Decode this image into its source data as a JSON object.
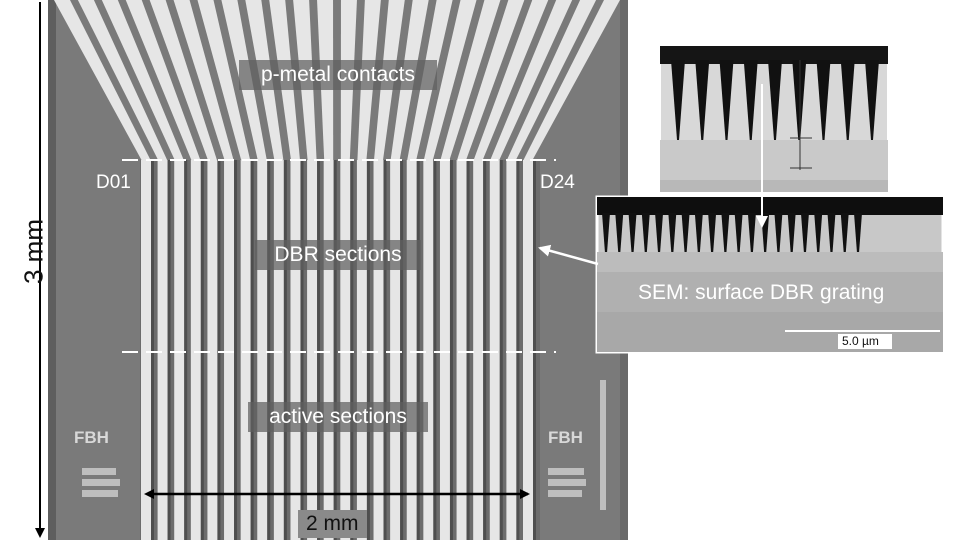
{
  "labels": {
    "p_metal": "p-metal contacts",
    "dbr": "DBR sections",
    "active": "active sections",
    "first_device": "D01",
    "last_device": "D24",
    "height_dim": "3 mm",
    "width_dim": "2 mm",
    "sem_caption": "SEM: surface DBR grating",
    "scale_bar": "5.0 µm",
    "logo_left": "FBH",
    "logo_right": "FBH"
  },
  "devices": {
    "count": 24
  },
  "colors": {
    "chip_background": "#7a7a7a",
    "chip_border": "#5a5a5a",
    "metal_stripe": "#e6e6e6",
    "stripe_shadow": "#4e4e4e",
    "label_box": "#5f5f5f",
    "arrow": "#ffffff",
    "dimension_arrow": "#000000"
  }
}
